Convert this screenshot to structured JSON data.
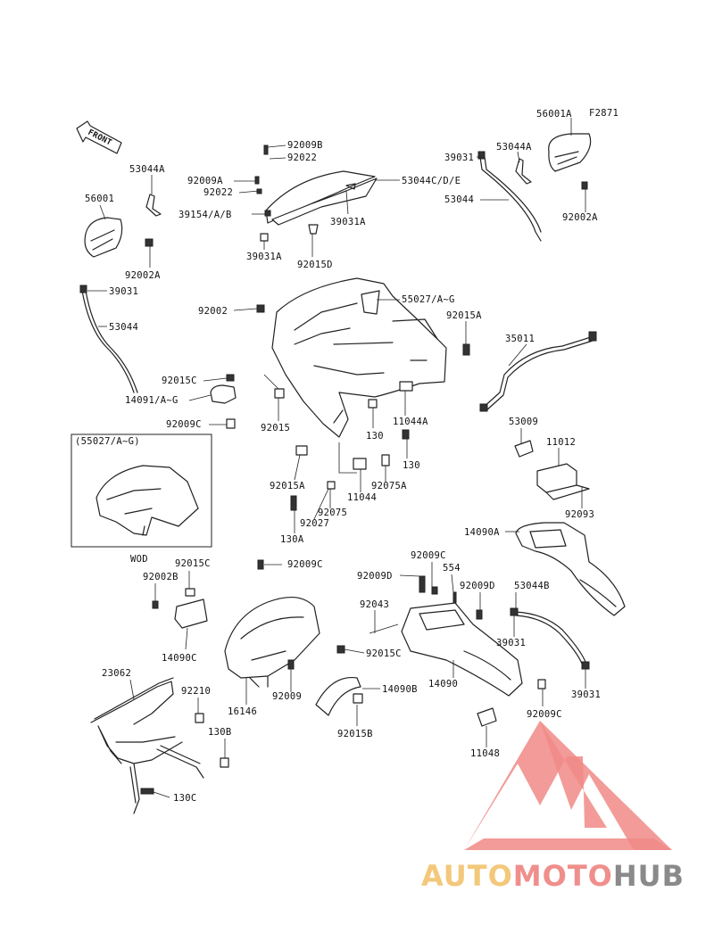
{
  "diagram": {
    "figure_code": "F2871",
    "front_label": "FRONT",
    "inset_label": "(55027/A~G)",
    "inset_caption": "WOD",
    "labels": {
      "l_56001A": "56001A",
      "l_53044A_r": "53044A",
      "l_39031_tr": "39031",
      "l_53044CDE": "53044C/D/E",
      "l_53044_r": "53044",
      "l_92002A_r": "92002A",
      "l_92009B": "92009B",
      "l_92022_t": "92022",
      "l_92009A": "92009A",
      "l_92022_m": "92022",
      "l_39154AB": "39154/A/B",
      "l_39031A_r": "39031A",
      "l_39031A_l": "39031A",
      "l_92015D": "92015D",
      "l_53044A_l": "53044A",
      "l_56001": "56001",
      "l_92002A_l": "92002A",
      "l_39031_l": "39031",
      "l_53044_l": "53044",
      "l_92002": "92002",
      "l_55027AG": "55027/A~G",
      "l_92015A": "92015A",
      "l_35011": "35011",
      "l_92015C_m": "92015C",
      "l_14091AG": "14091/A~G",
      "l_92009C_l": "92009C",
      "l_92015": "92015",
      "l_130_a": "130",
      "l_11044A": "11044A",
      "l_130_b": "130",
      "l_53009": "53009",
      "l_11012": "11012",
      "l_92015A_b": "92015A",
      "l_11044": "11044",
      "l_92075A": "92075A",
      "l_92027": "92027",
      "l_92075": "92075",
      "l_130A": "130A",
      "l_92093": "92093",
      "l_14090A": "14090A",
      "l_92015C_b": "92015C",
      "l_92002B": "92002B",
      "l_92009C_t": "92009C",
      "l_92009C_m": "92009C",
      "l_92009D_l": "92009D",
      "l_554": "554",
      "l_92009D_r": "92009D",
      "l_53044B": "53044B",
      "l_92043": "92043",
      "l_14090C": "14090C",
      "l_92015C_r": "92015C",
      "l_39031_b1": "39031",
      "l_14090": "14090",
      "l_23062": "23062",
      "l_92210": "92210",
      "l_92009_b": "92009",
      "l_14090B": "14090B",
      "l_16146": "16146",
      "l_39031_b2": "39031",
      "l_92009C_b": "92009C",
      "l_130B": "130B",
      "l_92015B": "92015B",
      "l_11048": "11048",
      "l_130C": "130C"
    }
  },
  "watermark": {
    "brand_part1": "AUTO",
    "brand_part2": "MOTO",
    "brand_part3": "HUB",
    "colors": {
      "gold": "#f3c87a",
      "red": "#ef8f8c",
      "gray": "#8a8a8a"
    }
  }
}
